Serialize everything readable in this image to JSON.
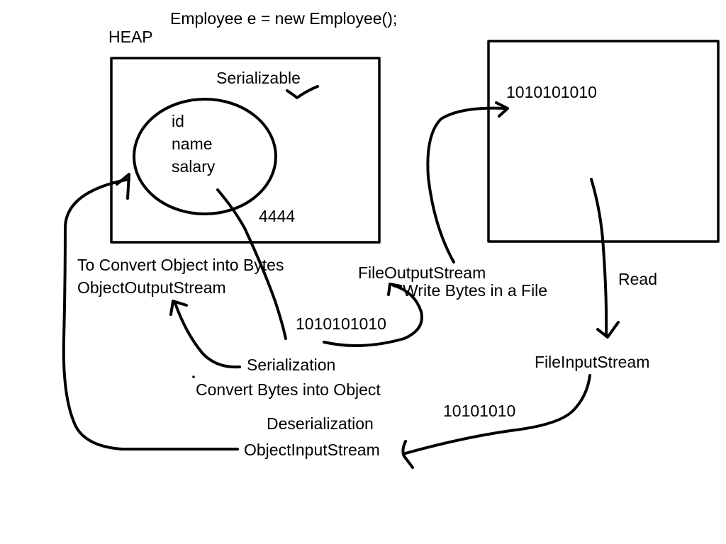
{
  "code_line": "Employee e = new Employee();",
  "heap_label": "HEAP",
  "object": {
    "marker": "Serializable",
    "fields": [
      "id",
      "name",
      "salary"
    ],
    "address": "4444"
  },
  "file": {
    "bytes": "1010101010"
  },
  "serialization": {
    "output_description": "To Convert Object into Bytes",
    "output_stream": "ObjectOutputStream",
    "file_output_stream": "FileOutputStream",
    "file_output_description": "Write Bytes in a File",
    "stream_bytes": "1010101010",
    "name": "Serialization"
  },
  "deserialization": {
    "read_label": "Read",
    "file_input_stream": "FileInputStream",
    "input_description": "Convert Bytes into Object",
    "read_bytes": "10101010",
    "name": "Deserialization",
    "input_stream": "ObjectInputStream"
  },
  "colors": {
    "ink": "#000000",
    "background": "#ffffff"
  }
}
